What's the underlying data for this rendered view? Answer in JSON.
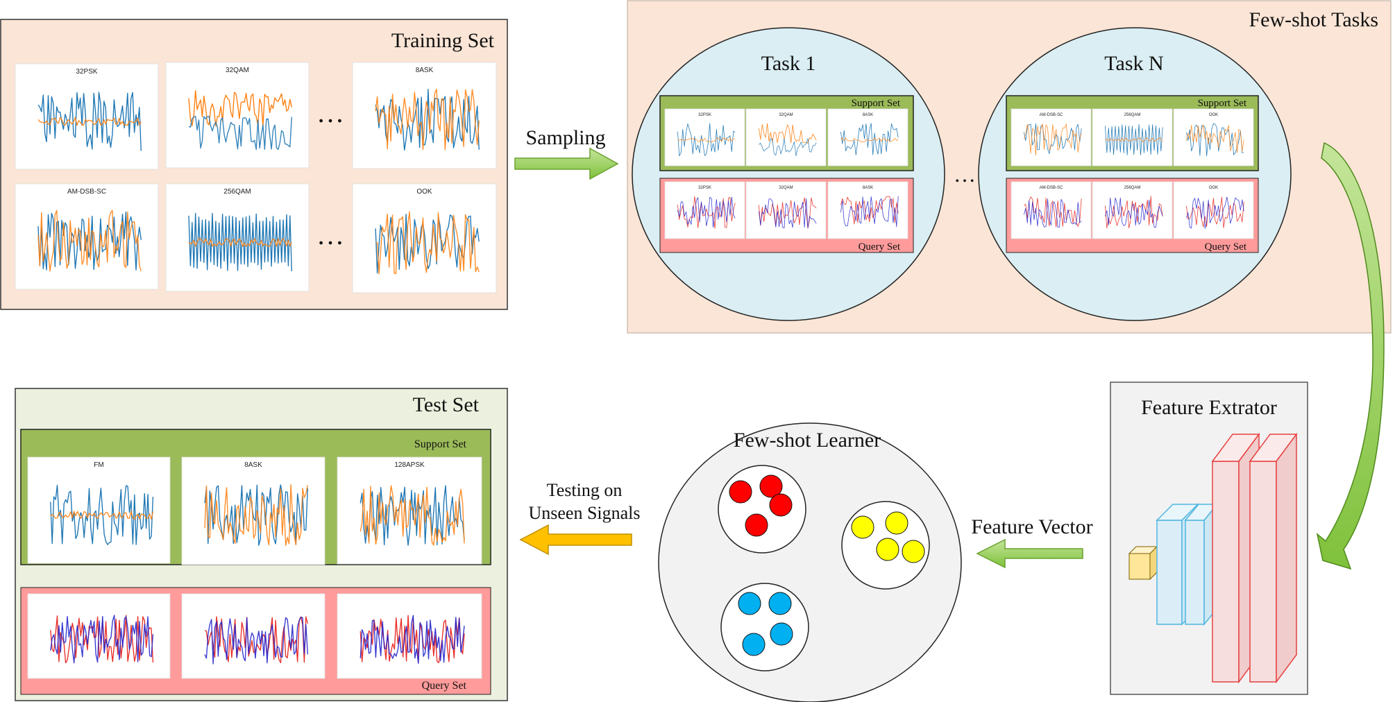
{
  "training_set": {
    "title": "Training Set",
    "items": [
      {
        "label": "32PSK"
      },
      {
        "label": "32QAM"
      },
      {
        "label": "8ASK"
      },
      {
        "label": "AM-DSB-SC"
      },
      {
        "label": "256QAM"
      },
      {
        "label": "OOK"
      }
    ],
    "ellipsis_top": "…",
    "ellipsis_bottom": "…"
  },
  "sampling_label": "Sampling",
  "few_shot_tasks": {
    "title": "Few-shot Tasks",
    "task1": {
      "title": "Task 1",
      "support_label": "Support Set",
      "query_label": "Query Set",
      "support_items": [
        {
          "label": "32PSK"
        },
        {
          "label": "32QAM"
        },
        {
          "label": "8ASK"
        }
      ],
      "query_items": [
        {
          "label": "32PSK"
        },
        {
          "label": "32QAM"
        },
        {
          "label": "8ASK"
        }
      ]
    },
    "taskN": {
      "title": "Task N",
      "support_label": "Support Set",
      "query_label": "Query Set",
      "support_items": [
        {
          "label": "AM-DSB-SC"
        },
        {
          "label": "256QAM"
        },
        {
          "label": "OOK"
        }
      ],
      "query_items": [
        {
          "label": "AM-DSB-SC"
        },
        {
          "label": "256QAM"
        },
        {
          "label": "OOK"
        }
      ]
    },
    "ellipsis": "…"
  },
  "feature_extractor": {
    "title": "Feature Extrator"
  },
  "feature_vector_label": "Feature Vector",
  "few_shot_learner": {
    "title": "Few-shot Learner"
  },
  "testing_label_line1": "Testing on",
  "testing_label_line2": "Unseen Signals",
  "test_set": {
    "title": "Test Set",
    "support_label": "Support Set",
    "query_label": "Query Set",
    "support_items": [
      {
        "label": "FM"
      },
      {
        "label": "8ASK"
      },
      {
        "label": "128APSK"
      }
    ]
  },
  "colors": {
    "peach_panel": "#fbe5d6",
    "green_panel": "#ebf1de",
    "support_green": "#9bbb59",
    "query_red": "#ff9b9b",
    "task_circle": "#daeef3",
    "learner_circle": "#f2f2f2",
    "arrow_green": "#92d050",
    "arrow_orange": "#ffc000",
    "signal_blue": "#1f77b4",
    "signal_orange": "#ff7f0e",
    "signal_red": "#e8312a",
    "signal_purple": "#2222cc",
    "dot_red": "#ff0000",
    "dot_yellow": "#ffff00",
    "dot_blue": "#00b0f0"
  }
}
